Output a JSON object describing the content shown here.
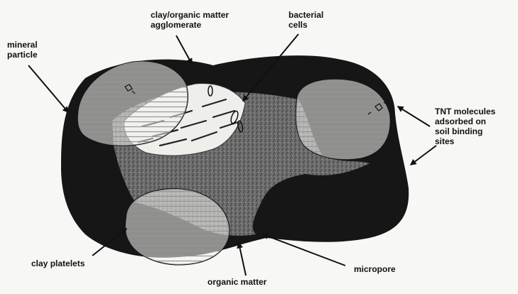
{
  "labels": {
    "mineral_particle": [
      "mineral",
      "particle"
    ],
    "clay_organic": [
      "clay/organic matter",
      "agglomerate"
    ],
    "bacterial_cells": [
      "bacterial",
      "cells"
    ],
    "tnt_molecules": [
      "TNT molecules",
      "adsorbed on",
      "soil binding",
      "sites"
    ],
    "clay_platelets": "clay platelets",
    "organic_matter": "organic matter",
    "micropore": "micropore"
  },
  "colors": {
    "organic_matter_fill": "#161616",
    "pore_fill": "#6f6f6f",
    "particle_fill": "#f4f4f2",
    "hatch_stroke": "#222222",
    "arrow_stroke": "#111111",
    "background": "#f7f7f5"
  }
}
